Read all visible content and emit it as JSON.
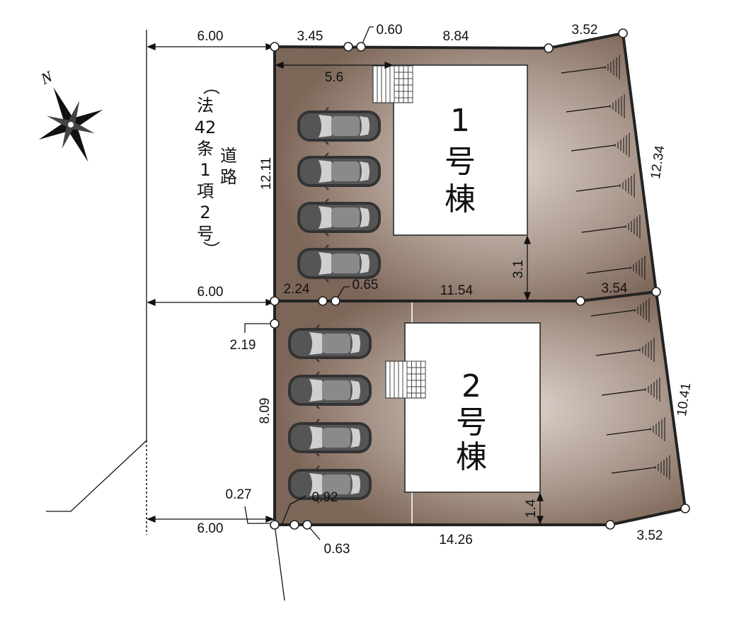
{
  "road": {
    "label_paren_open": "（",
    "label_chars": [
      "法",
      "42",
      "条",
      "1",
      "項",
      "2",
      "号"
    ],
    "label_paren_close": "）",
    "label_road": [
      "道",
      "路"
    ]
  },
  "compass": {
    "north": "N"
  },
  "buildings": [
    {
      "number": "1",
      "suffix": "号",
      "kind": "棟"
    },
    {
      "number": "2",
      "suffix": "号",
      "kind": "棟"
    }
  ],
  "dimensions": {
    "road_width_top": "6.00",
    "road_width_mid": "6.00",
    "road_width_bottom": "6.00",
    "lot1_top_a": "3.45",
    "lot1_top_b": "0.60",
    "lot1_top_c": "8.84",
    "lot1_top_d": "3.52",
    "lot1_setback": "5.6",
    "lot1_left": "12.11",
    "lot1_right": "12.34",
    "lot1_bottom_a": "2.24",
    "lot1_bottom_b": "0.65",
    "lot1_bottom_c": "11.54",
    "lot1_bottom_d": "3.54",
    "lot1_gap": "3.1",
    "lot2_left_a": "2.19",
    "lot2_left_b": "8.09",
    "lot2_right": "10.41",
    "lot2_corner": "0.27",
    "lot2_bottom_a": "0.92",
    "lot2_bottom_b": "0.63",
    "lot2_bottom_c": "14.26",
    "lot2_bottom_d": "3.52",
    "lot2_gap": "1.4"
  },
  "colors": {
    "lot": "#8a7566",
    "lot_light": "#d9cdc6",
    "building": "#ffffff",
    "car": "#3a3a3a"
  }
}
